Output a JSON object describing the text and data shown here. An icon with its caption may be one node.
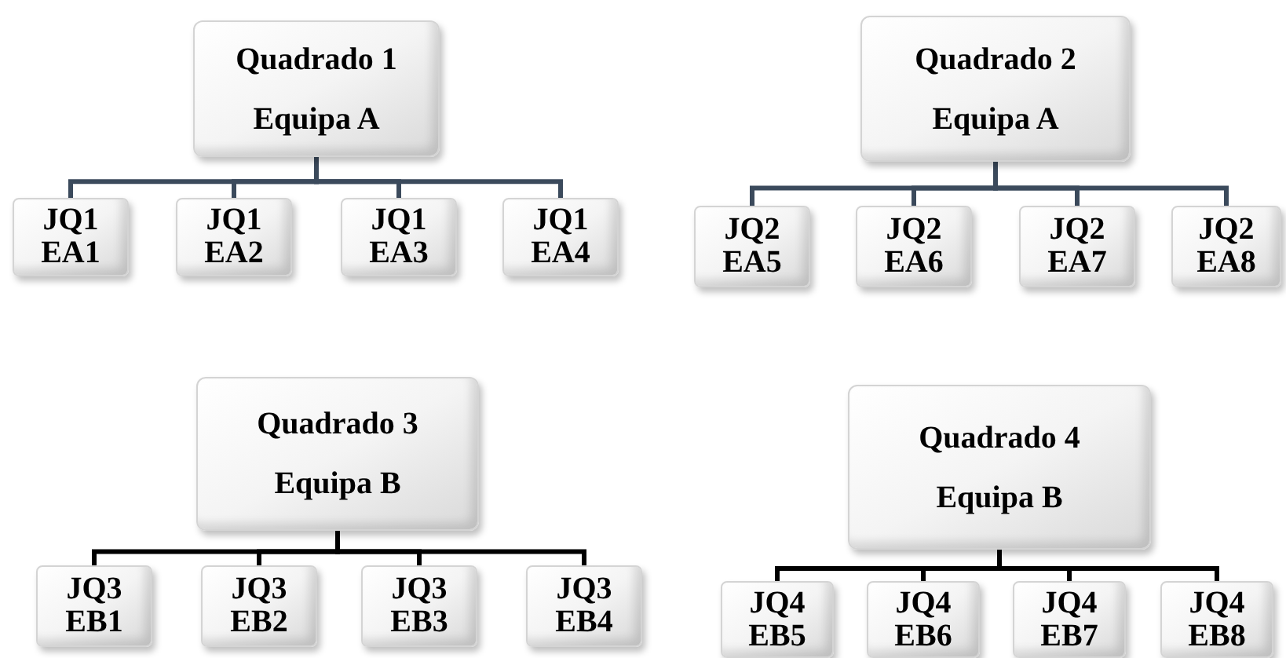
{
  "diagram": {
    "nodes": [
      {
        "text": [
          "Quadrado 1",
          "Equipa A"
        ]
      },
      {
        "text": [
          "JQ1",
          "EA1"
        ]
      },
      {
        "text": [
          "JQ1",
          "EA2"
        ]
      },
      {
        "text": [
          "JQ1",
          "EA3"
        ]
      },
      {
        "text": [
          "JQ1",
          "EA4"
        ]
      },
      {
        "text": [
          "Quadrado 2",
          "Equipa A"
        ]
      },
      {
        "text": [
          "JQ2",
          "EA5"
        ]
      },
      {
        "text": [
          "JQ2",
          "EA6"
        ]
      },
      {
        "text": [
          "JQ2",
          "EA7"
        ]
      },
      {
        "text": [
          "JQ2",
          "EA8"
        ]
      },
      {
        "text": [
          "Quadrado 3",
          "Equipa B"
        ]
      },
      {
        "text": [
          "JQ3",
          "EB1"
        ]
      },
      {
        "text": [
          "JQ3",
          "EB2"
        ]
      },
      {
        "text": [
          "JQ3",
          "EB3"
        ]
      },
      {
        "text": [
          "JQ3",
          "EB4"
        ]
      },
      {
        "text": [
          "Quadrado 4",
          "Equipa B"
        ]
      },
      {
        "text": [
          "JQ4",
          "EB5"
        ]
      },
      {
        "text": [
          "JQ4",
          "EB6"
        ]
      },
      {
        "text": [
          "JQ4",
          "EB7"
        ]
      },
      {
        "text": [
          "JQ4",
          "EB8"
        ]
      }
    ],
    "edges": [
      {
        "from": 0,
        "to": 1,
        "arrow": "none",
        "color": "#3b4a5c"
      },
      {
        "from": 0,
        "to": 2,
        "arrow": "none",
        "color": "#3b4a5c"
      },
      {
        "from": 0,
        "to": 3,
        "arrow": "none",
        "color": "#3b4a5c"
      },
      {
        "from": 0,
        "to": 4,
        "arrow": "none",
        "color": "#3b4a5c"
      },
      {
        "from": 5,
        "to": 6,
        "arrow": "none",
        "color": "#3b4a5c"
      },
      {
        "from": 5,
        "to": 7,
        "arrow": "none",
        "color": "#3b4a5c"
      },
      {
        "from": 5,
        "to": 8,
        "arrow": "none",
        "color": "#3b4a5c"
      },
      {
        "from": 5,
        "to": 9,
        "arrow": "none",
        "color": "#3b4a5c"
      },
      {
        "from": 10,
        "to": 11,
        "arrow": "none",
        "color": "#000000"
      },
      {
        "from": 10,
        "to": 12,
        "arrow": "none",
        "color": "#000000"
      },
      {
        "from": 10,
        "to": 13,
        "arrow": "none",
        "color": "#000000"
      },
      {
        "from": 10,
        "to": 14,
        "arrow": "none",
        "color": "#000000"
      },
      {
        "from": 15,
        "to": 16,
        "arrow": "none",
        "color": "#000000"
      },
      {
        "from": 15,
        "to": 17,
        "arrow": "none",
        "color": "#000000"
      },
      {
        "from": 15,
        "to": 18,
        "arrow": "none",
        "color": "#000000"
      },
      {
        "from": 15,
        "to": 19,
        "arrow": "none",
        "color": "#000000"
      }
    ]
  }
}
